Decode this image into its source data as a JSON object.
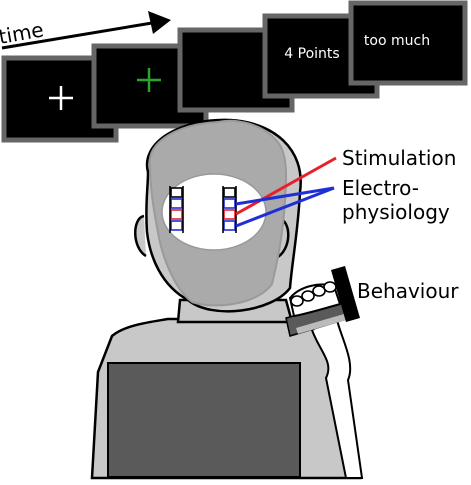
{
  "timeline": {
    "label": "time",
    "screens": [
      {
        "content": "cross",
        "cross_color": "#ffffff",
        "text": ""
      },
      {
        "content": "cross",
        "cross_color": "#2aa52a",
        "text": ""
      },
      {
        "content": "blank",
        "text": ""
      },
      {
        "content": "text",
        "text": "4 Points"
      },
      {
        "content": "text",
        "text": "too much"
      }
    ]
  },
  "labels": {
    "stimulation": "Stimulation",
    "electrophysiology_line1": "Electro-",
    "electrophysiology_line2": "physiology",
    "behaviour": "Behaviour"
  },
  "colors": {
    "screen_fill": "#000000",
    "screen_border": "#666666",
    "stimulation_line": "#e8202a",
    "electrophysiology_line": "#1f2fd6",
    "head_gray": "#aaaaaa",
    "body_gray": "#c8c8c8",
    "laptop": "#5a5a5a"
  }
}
